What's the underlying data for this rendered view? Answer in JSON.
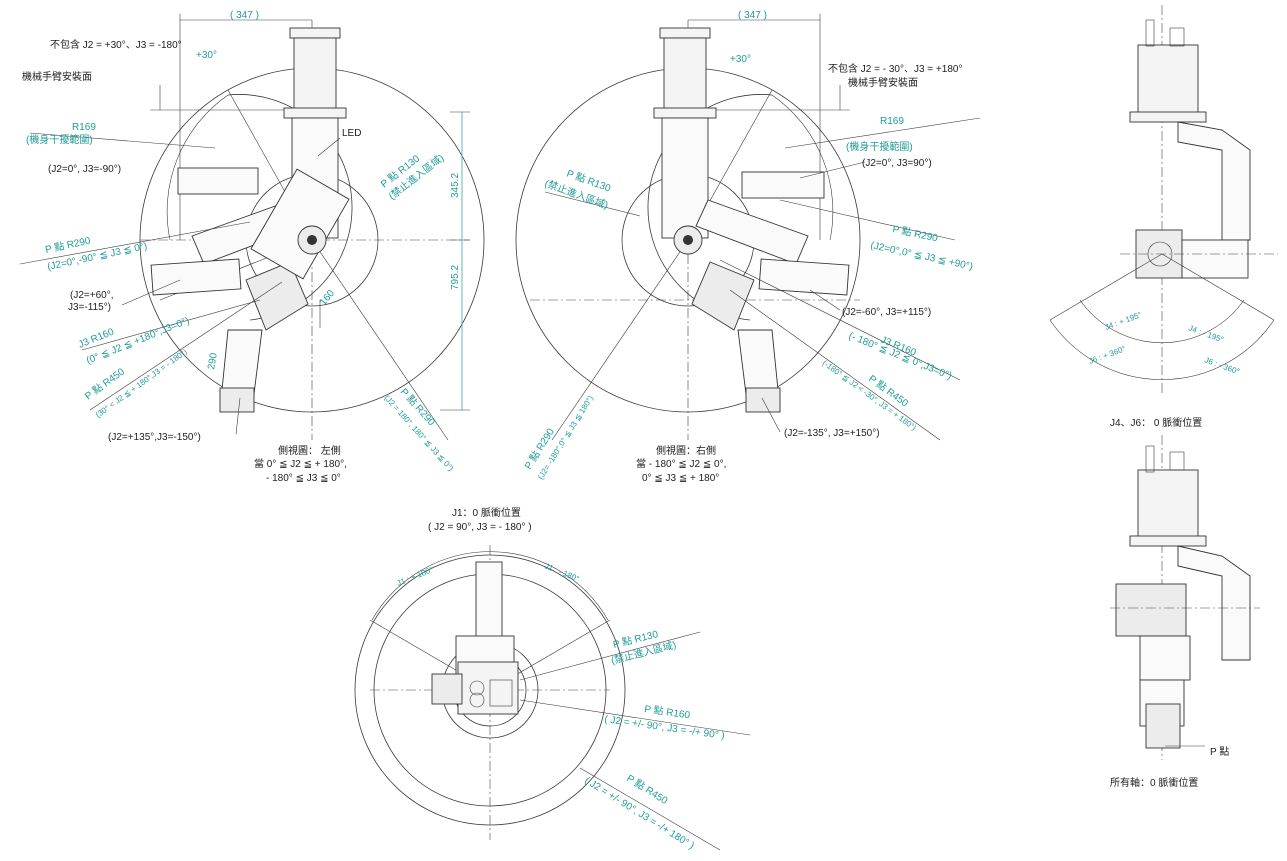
{
  "left_view": {
    "dim_347": "( 347 )",
    "not_included": "不包含 J2 = +30°、J3 = -180°",
    "mount_surface": "機械手臂安裝面",
    "plus30": "+30°",
    "r169": "R169",
    "r169_sub": "(機身干擾範圍)",
    "led": "LED",
    "p_r130": "P 點 R130",
    "p_r130_sub": "(禁止進入區域)",
    "dim_3452": "345.2",
    "dim_7952": "795.2",
    "pose_0_m90": "(J2=0°, J3=-90°)",
    "p_r290": "P 點 R290",
    "p_r290_sub": "(J2=0°,-90° ≦ J3 ≦ 0°)",
    "pose_60_a": "(J2=+60°,",
    "pose_60_b": "J3=-115°)",
    "j3_r160": "J3 R160",
    "j3_r160_sub": "(0° ≦ J2 ≦ +180°,J3=0°)",
    "dim_160": "160",
    "dim_290": "290",
    "p_r450": "P 點 R450",
    "p_r450_sub": "(30° < J2 ≦ + 180°,J3 = - 180°)",
    "pose_135": "(J2=+135°,J3=-150°)",
    "p_r290b": "P 點 R290",
    "p_r290b_sub": "(J2 = 180°, 180° ≦ J3 ≦ 0°)",
    "caption_1": "側視圖：  左側",
    "caption_2": "當 0° ≦ J2 ≦ + 180°,",
    "caption_3": "- 180° ≦ J3 ≦ 0°"
  },
  "right_view": {
    "dim_347": "( 347 )",
    "plus30": "+30°",
    "not_included": "不包含 J2 = - 30°、J3 = +180°",
    "mount_surface": "機械手臂安裝面",
    "r169": "R169",
    "r169_sub": "(機身干擾範圍)",
    "pose_0_90": "(J2=0°, J3=90°)",
    "p_r130": "P 點 R130",
    "p_r130_sub": "(禁止進入區域)",
    "p_r290": "P 點 R290",
    "p_r290_sub": "(J2=0°,0° ≦ J3 ≦ +90°)",
    "pose_m60": "(J2=-60°, J3=+115°)",
    "j3_r160": "J3 R160",
    "j3_r160_sub": "(- 180° ≦ J2 ≦ 0°,J3=0°)",
    "p_r450": "P 點 R450",
    "p_r450_sub": "(-180° ≦ J2 < -30°, J3 = + 180°)",
    "pose_m135": "(J2=-135°, J3=+150°)",
    "p_r290b": "P 點 R290",
    "p_r290b_sub": "(J2= -180°,0° ≦ J3 ≦ 180°)",
    "caption_1": "側視圖：右側",
    "caption_2": "當 - 180° ≦ J2 ≦ 0°,",
    "caption_3": "0° ≦ J3 ≦ + 180°"
  },
  "top_view": {
    "title_1": "J1：0 脈衝位置",
    "title_2": "( J2 = 90°, J3 = - 180° )",
    "j1_plus": "J1 : + 180°",
    "j1_minus": "J1 : - 180°",
    "p_r130": "P 點 R130",
    "p_r130_sub": "(禁止進入區域)",
    "p_r160": "P 點 R160",
    "p_r160_sub": "( J2 = +/- 90°, J3 = -/+ 90° )",
    "p_r450": "P 點 R450",
    "p_r450_sub": "( J2 = +/- 90°, J3 = -/+ 180° )"
  },
  "wrist_views": {
    "j4_plus": "J4 : + 195°",
    "j4_minus": "J4 : - 195°",
    "j6_plus": "J6 : + 360°",
    "j6_minus": "J6 : - 360°",
    "caption_top": "J4、J6： 0 脈衝位置",
    "p_point": "P 點",
    "caption_bottom": "所有軸：0 脈衝位置"
  }
}
